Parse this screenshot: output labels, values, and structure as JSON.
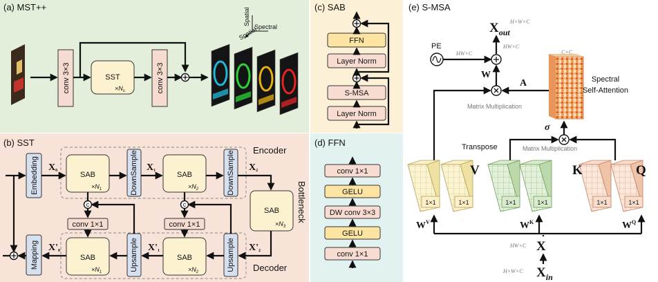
{
  "panels": {
    "a": "(a) MST++",
    "b": "(b) SST",
    "c": "(c) SAB",
    "d": "(d) FFN",
    "e": "(e) S-MSA"
  },
  "a": {
    "conv": "conv 3×3",
    "sst": "SST",
    "sst_n": "×N",
    "sst_n_sub": "s",
    "axis_spatial1": "Spatial",
    "axis_spectral": "Spectral",
    "axis_spatial2": "Spatial",
    "spectral_colors": [
      "#1fb8d8",
      "#2ad23a",
      "#e6b012",
      "#e62424"
    ]
  },
  "b": {
    "embedding": "Embedding",
    "mapping": "Mapping",
    "downsample": "DownSample",
    "upsample": "Upsample",
    "sab": "SAB",
    "conv1": "conv 1×1",
    "encoder": "Encoder",
    "decoder": "Decoder",
    "bottleneck": "Bottleneck",
    "sab_repeats": [
      {
        "mult": "×N",
        "sub": "1"
      },
      {
        "mult": "×N",
        "sub": "2"
      },
      {
        "mult": "×N",
        "sub": "3"
      },
      {
        "mult": "×N",
        "sub": "1"
      },
      {
        "mult": "×N",
        "sub": "2"
      }
    ],
    "features": [
      {
        "base": "X",
        "sub": "0"
      },
      {
        "base": "X",
        "sub": "1"
      },
      {
        "base": "X",
        "sub": "2"
      },
      {
        "base": "X'",
        "sub": "0"
      },
      {
        "base": "X'",
        "sub": "1"
      },
      {
        "base": "X'",
        "sub": "2"
      }
    ],
    "concat": "c"
  },
  "c": {
    "ffn": "FFN",
    "layernorm": "Layer Norm",
    "smsa": "S-MSA"
  },
  "d": {
    "layers": [
      "conv 1×1",
      "GELU",
      "DW conv 3×3",
      "GELU",
      "conv 1×1"
    ]
  },
  "e": {
    "pe": "PE",
    "x_out": "X",
    "x_out_sub": "out",
    "x_in": "X",
    "x_in_sub": "in",
    "x_mid": "X",
    "dim_hwc": "H×W×C",
    "dim_hw_c": "HW×C",
    "dim_cc": "C×C",
    "w": "W",
    "a": "A",
    "sigma": "σ",
    "spectral_sa": "Spectral",
    "spectral_sa2": "Self-Attention",
    "matmul": "Matrix Multiplication",
    "transpose": "Transpose",
    "v": "V",
    "k": "K",
    "q": "Q",
    "conv1": "1×1",
    "wv": {
      "base": "W",
      "sup": "V"
    },
    "wk": {
      "base": "W",
      "sup": "K"
    },
    "wq": {
      "base": "W",
      "sup": "Q"
    }
  }
}
